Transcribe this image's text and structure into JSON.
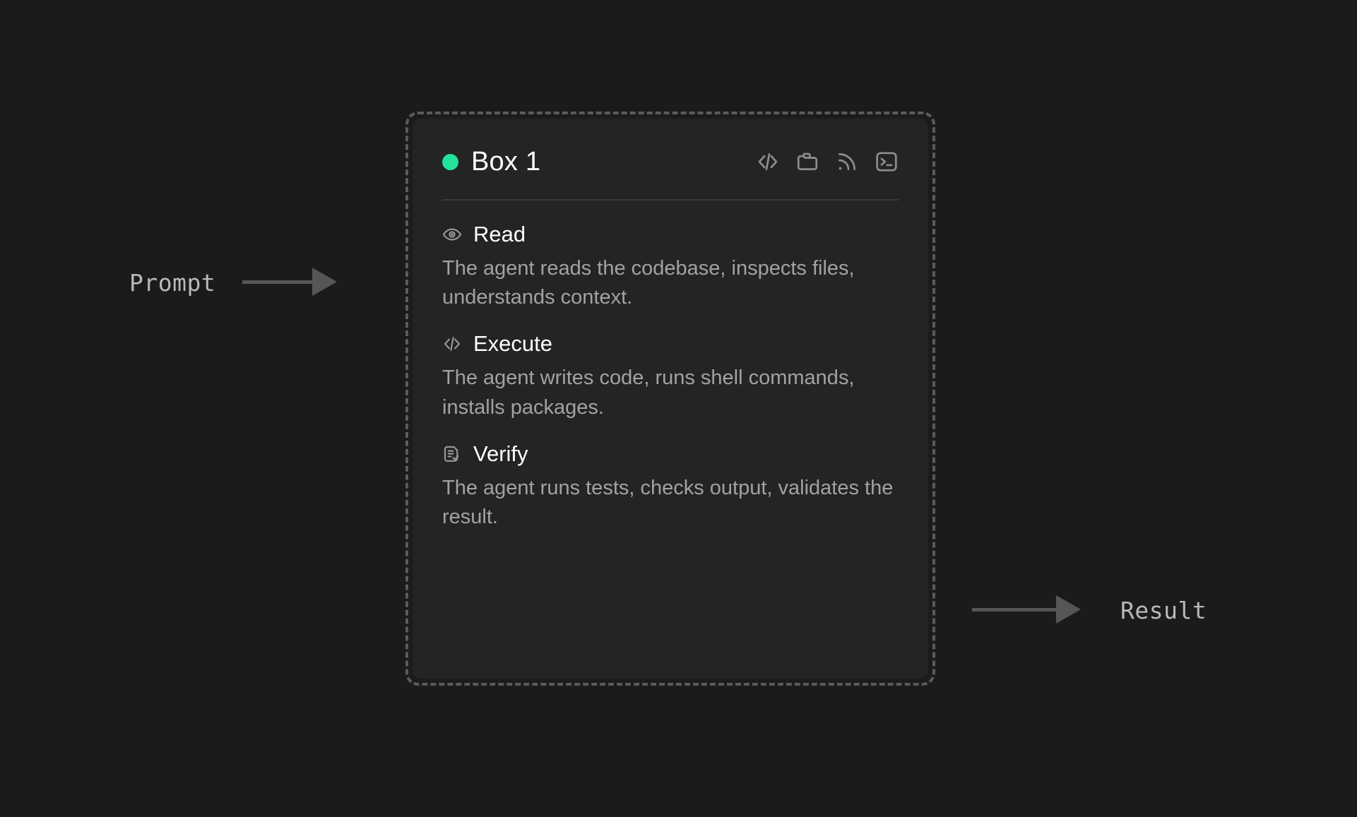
{
  "flow": {
    "input_label": "Prompt",
    "output_label": "Result",
    "arrow_color": "#565656"
  },
  "panel": {
    "title": "Box 1",
    "status_dot_color": "#22e39b",
    "background": "#242424",
    "border_color": "#5b5b5b",
    "header_icons": [
      {
        "name": "code-icon",
        "label": "Code"
      },
      {
        "name": "folder-icon",
        "label": "Files"
      },
      {
        "name": "signal-icon",
        "label": "Network"
      },
      {
        "name": "terminal-icon",
        "label": "Terminal"
      }
    ],
    "sections": [
      {
        "icon": "eye-icon",
        "title": "Read",
        "body": "The agent reads the codebase, inspects files, understands context."
      },
      {
        "icon": "code-icon",
        "title": "Execute",
        "body": "The agent writes code, runs shell commands, installs packages."
      },
      {
        "icon": "document-check-icon",
        "title": "Verify",
        "body": "The agent runs tests, checks output, validates the result."
      }
    ]
  },
  "theme": {
    "page_background": "#1b1b1b",
    "title_color": "#ffffff",
    "body_color": "#a2a2a2",
    "label_color": "#b9b9b9"
  }
}
